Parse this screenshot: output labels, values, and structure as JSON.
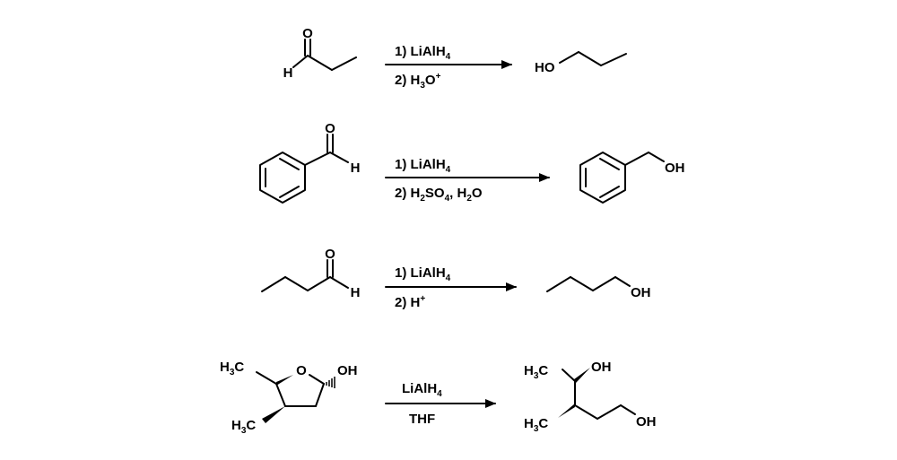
{
  "reactions": [
    {
      "reagent_line1": "1) LiAlH",
      "reagent_line1_sub": "4",
      "reagent_line2": "2) H",
      "reagent_line2_sub": "3",
      "reagent_line2_rest": "O",
      "reagent_line2_sup": "+"
    },
    {
      "reagent_line1": "1) LiAlH",
      "reagent_line1_sub": "4",
      "reagent_line2": "2) H",
      "reagent_line2_sub": "2",
      "reagent_line2_rest": "SO",
      "reagent_line2_sub2": "4",
      "reagent_line2_rest2": ", H",
      "reagent_line2_sub3": "2",
      "reagent_line2_rest3": "O"
    },
    {
      "reagent_line1": "1) LiAlH",
      "reagent_line1_sub": "4",
      "reagent_line2": "2) H",
      "reagent_line2_sup": "+"
    },
    {
      "reagent_line1": "LiAlH",
      "reagent_line1_sub": "4",
      "reagent_line2": "THF"
    }
  ],
  "atoms": {
    "O": "O",
    "H": "H",
    "HO": "HO",
    "OH": "OH",
    "H3C": "H",
    "H3C_sub": "3",
    "H3C_C": "C",
    "hash_OH": "OH"
  }
}
